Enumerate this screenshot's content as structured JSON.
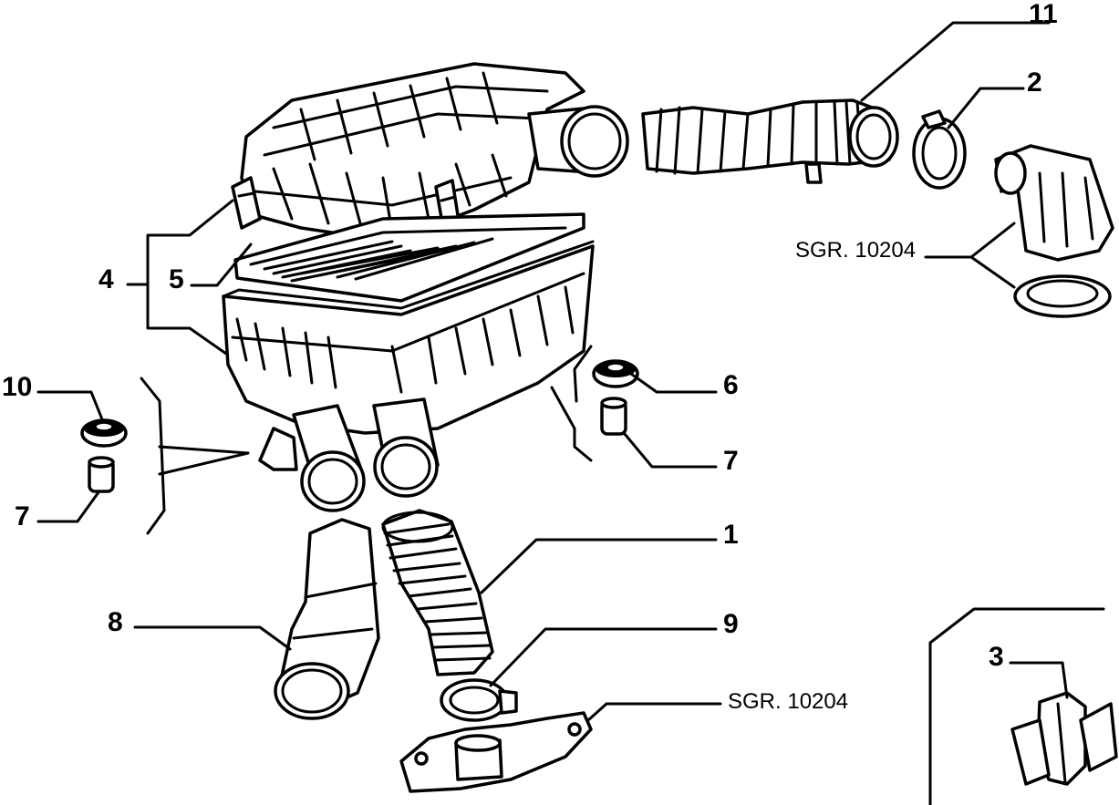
{
  "diagram": {
    "callouts": [
      {
        "id": "label-11",
        "text": "11"
      },
      {
        "id": "label-2",
        "text": "2"
      },
      {
        "id": "label-4",
        "text": "4"
      },
      {
        "id": "label-5",
        "text": "5"
      },
      {
        "id": "label-10",
        "text": "10"
      },
      {
        "id": "label-6",
        "text": "6"
      },
      {
        "id": "label-7-left",
        "text": "7"
      },
      {
        "id": "label-7-right",
        "text": "7"
      },
      {
        "id": "label-1",
        "text": "1"
      },
      {
        "id": "label-8",
        "text": "8"
      },
      {
        "id": "label-9",
        "text": "9"
      },
      {
        "id": "label-3",
        "text": "3"
      }
    ],
    "references": [
      {
        "id": "ref-upper",
        "text": "SGR. 10204"
      },
      {
        "id": "ref-lower",
        "text": "SGR. 10204"
      }
    ]
  }
}
